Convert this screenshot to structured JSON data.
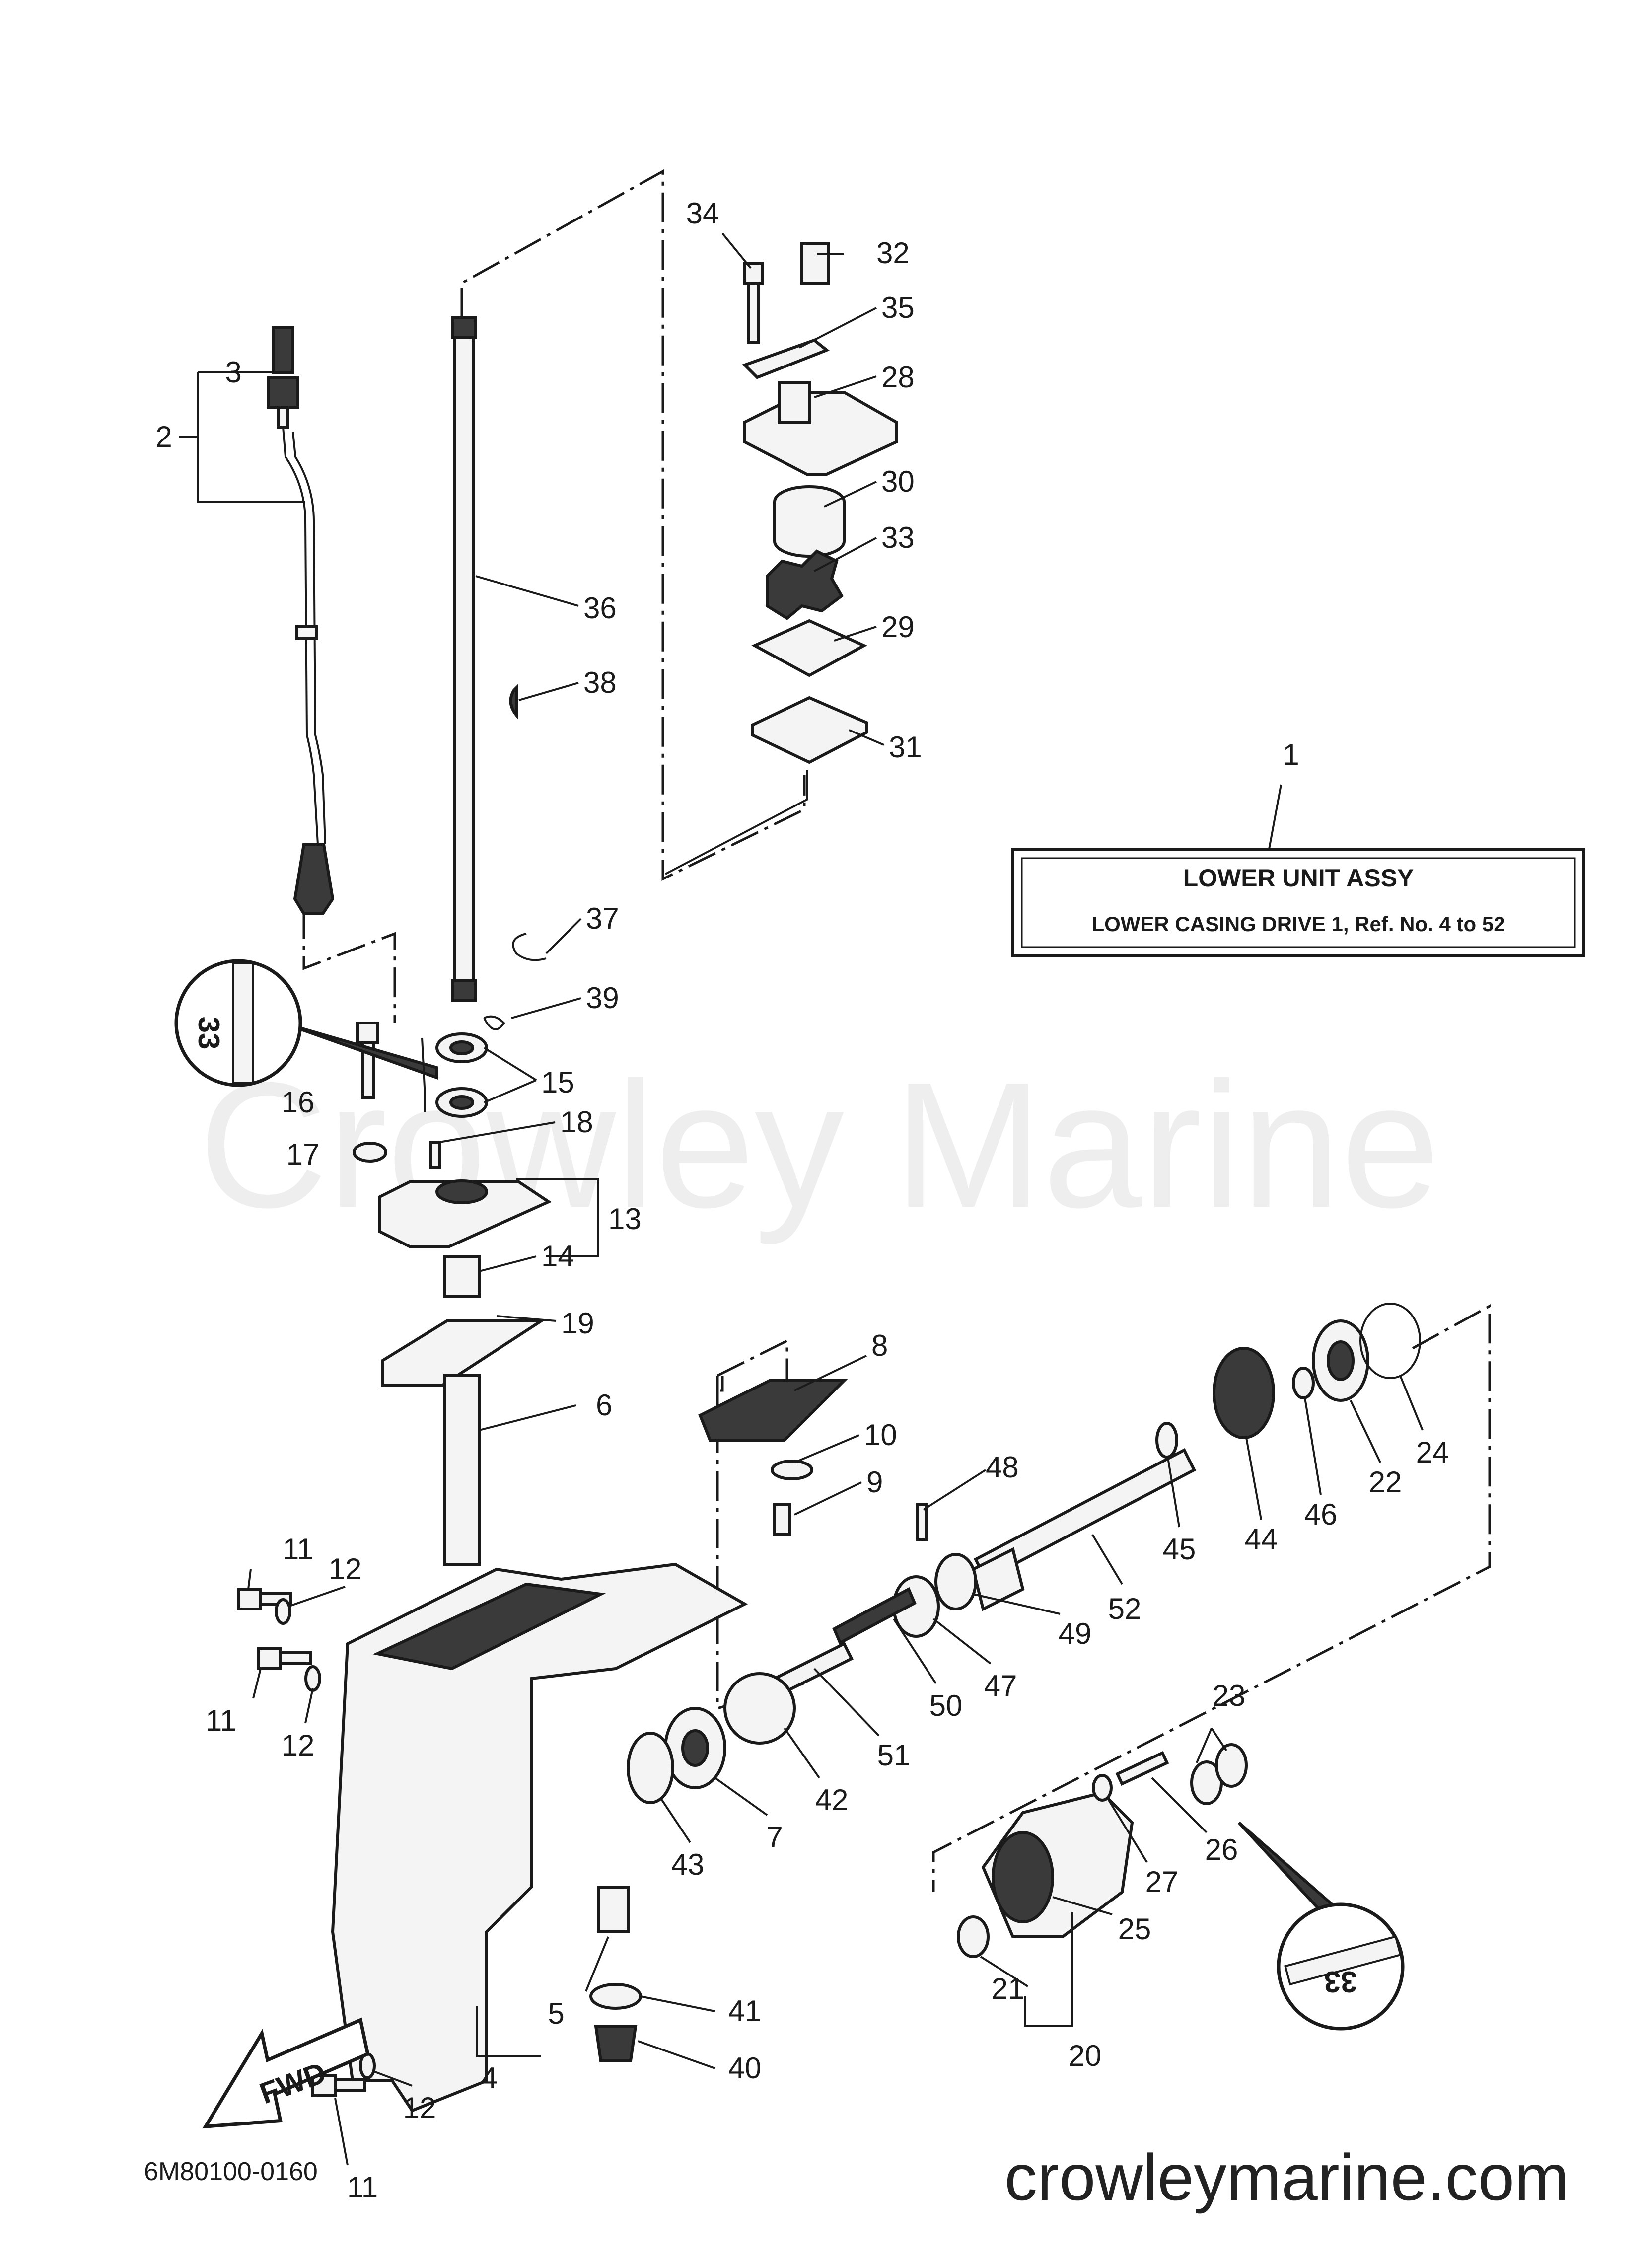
{
  "watermark": "Crowley Marine",
  "assembly_box": {
    "ref": "1",
    "title": "LOWER UNIT ASSY",
    "subtitle": "LOWER CASING DRIVE 1, Ref. No. 4 to 52"
  },
  "diagram_code": "6M80100-0160",
  "footer_site": "crowleymarine.com",
  "fwd_label": "FWD",
  "grease_mark": "33",
  "callouts": {
    "c2": "2",
    "c3": "3",
    "c4": "4",
    "c5": "5",
    "c6": "6",
    "c7": "7",
    "c8": "8",
    "c9": "9",
    "c10": "10",
    "c11a": "11",
    "c11b": "11",
    "c11c": "11",
    "c12a": "12",
    "c12b": "12",
    "c12c": "12",
    "c13": "13",
    "c14": "14",
    "c15": "15",
    "c16": "16",
    "c17": "17",
    "c18": "18",
    "c19": "19",
    "c20": "20",
    "c21": "21",
    "c22": "22",
    "c23": "23",
    "c24": "24",
    "c25": "25",
    "c26": "26",
    "c27": "27",
    "c28": "28",
    "c29": "29",
    "c30": "30",
    "c31": "31",
    "c32": "32",
    "c33": "33",
    "c34": "34",
    "c35": "35",
    "c36": "36",
    "c37": "37",
    "c38": "38",
    "c39": "39",
    "c40": "40",
    "c41": "41",
    "c42": "42",
    "c43": "43",
    "c44": "44",
    "c45": "45",
    "c46": "46",
    "c47": "47",
    "c48": "48",
    "c49": "49",
    "c50": "50",
    "c51": "51",
    "c52": "52"
  }
}
